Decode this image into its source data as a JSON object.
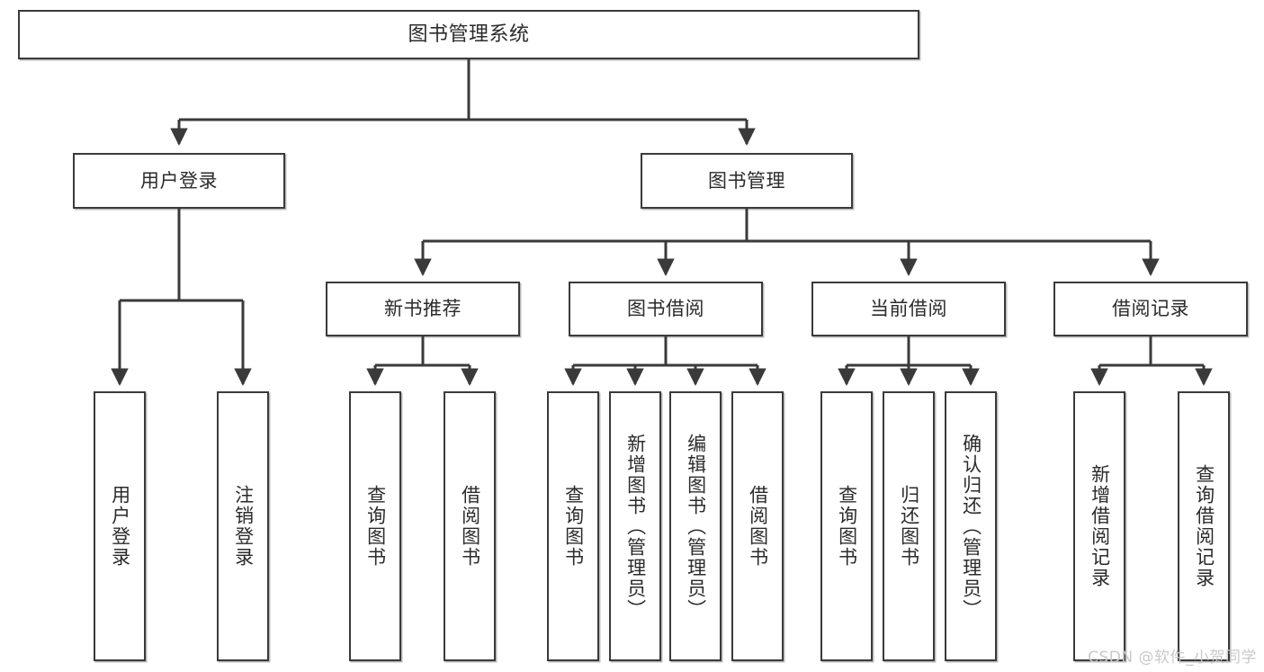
{
  "diagram": {
    "type": "tree",
    "title": "图书管理系统",
    "orientation": "top-down",
    "colors": {
      "box_border": "#3a3a3a",
      "box_fill": "#ffffff",
      "connector": "#3a3a3a",
      "text": "#2b2b2b",
      "watermark": "#c9c9c9"
    },
    "root": {
      "label": "图书管理系统"
    },
    "level2": [
      {
        "label": "用户登录"
      },
      {
        "label": "图书管理"
      }
    ],
    "level3": [
      {
        "label": "新书推荐"
      },
      {
        "label": "图书借阅"
      },
      {
        "label": "当前借阅"
      },
      {
        "label": "借阅记录"
      }
    ],
    "leaves": {
      "user_login": [
        {
          "label": "用户登录"
        },
        {
          "label": "注销登录"
        }
      ],
      "new_book_recommend": [
        {
          "label": "查询图书"
        },
        {
          "label": "借阅图书"
        }
      ],
      "book_borrow": [
        {
          "label": "查询图书"
        },
        {
          "label": "新增图书（管理员）"
        },
        {
          "label": "编辑图书（管理员）"
        },
        {
          "label": "借阅图书"
        }
      ],
      "current_borrow": [
        {
          "label": "查询图书"
        },
        {
          "label": "归还图书"
        },
        {
          "label": "确认归还（管理员）"
        }
      ],
      "borrow_record": [
        {
          "label": "新增借阅记录"
        },
        {
          "label": "查询借阅记录"
        }
      ]
    }
  },
  "watermark": {
    "text": "CSDN @软件_小贺同学"
  }
}
